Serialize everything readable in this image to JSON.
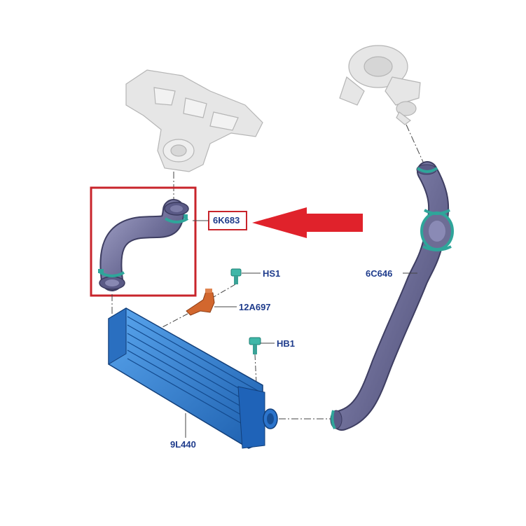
{
  "labels": {
    "hose_lower": "6K683",
    "bolt_hs1": "HS1",
    "sensor": "12A697",
    "hose_upper": "6C646",
    "bolt_hb1": "HB1",
    "intercooler": "9L440"
  },
  "colors": {
    "hose": "#6f6f99",
    "clamp": "#2fa59a",
    "intercooler": "#2f7fd6",
    "sensor": "#d2672e",
    "highlight": "#c8242b",
    "label_text": "#1f3c8c",
    "ghost_part": "#d9d9d9"
  },
  "icons": {
    "pointer": "red-arrow-left-icon"
  }
}
